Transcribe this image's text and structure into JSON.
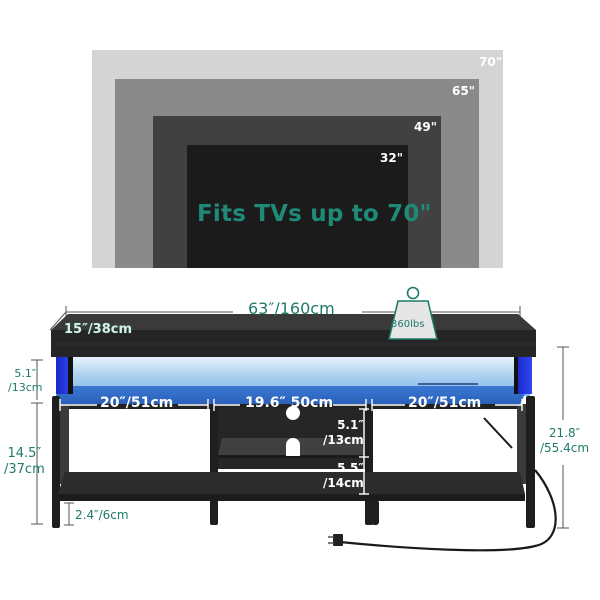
{
  "tv_sizes": {
    "headline": "Fits TVs up to 70\"",
    "sizes": [
      {
        "label": "70\"",
        "color": "#d4d4d4"
      },
      {
        "label": "65\"",
        "color": "#8a8a8a"
      },
      {
        "label": "49\"",
        "color": "#414141"
      },
      {
        "label": "32\"",
        "color": "#1b1b1b"
      }
    ]
  },
  "dimensions": {
    "width": "63″/160cm",
    "depth": "15″/38cm",
    "weight_capacity": "360lbs",
    "top_opening_height": {
      "line1": "5.1″",
      "line2": "/13cm"
    },
    "shelf_height": {
      "line1": "14.5″",
      "line2": "/37cm"
    },
    "leg_height": "2.4″/6cm",
    "total_height": {
      "line1": "21.8″",
      "line2": "/55.4cm"
    },
    "left_section_width": "20″/51cm",
    "middle_section_width": "19.6″ 50cm",
    "right_section_width": "20″/51cm",
    "middle_upper_cubby": {
      "line1": "5.1″",
      "line2": "/13cm"
    },
    "middle_lower_cubby": {
      "line1": "5.5″",
      "line2": "/14cm"
    }
  },
  "colors": {
    "accent_teal": "#1e7a6a",
    "led_blue": "#2f6fd6",
    "wood_black": "#262626"
  }
}
